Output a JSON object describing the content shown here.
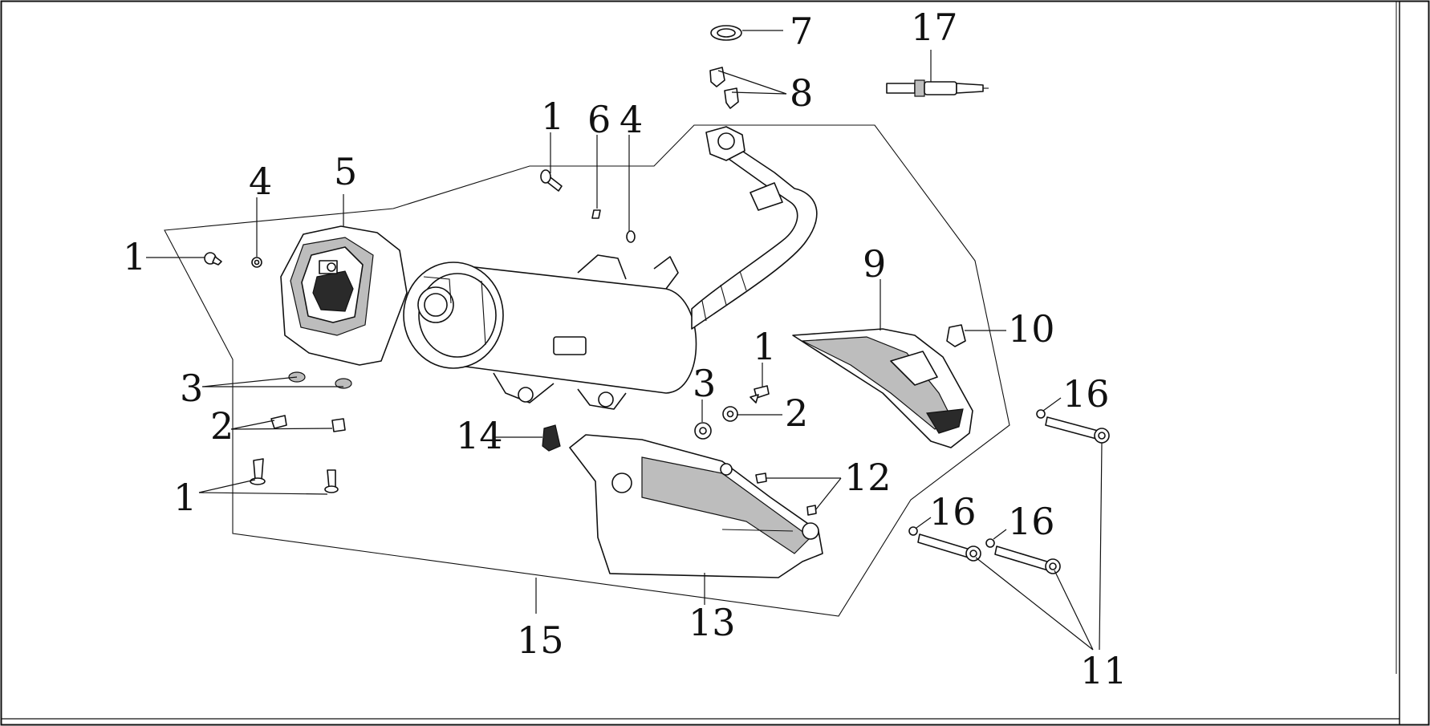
{
  "diagram": {
    "callouts": {
      "c1_left": "1",
      "c4_left": "4",
      "c5": "5",
      "c3_left": "3",
      "c2_left": "2",
      "c1_bottom": "1",
      "c1_top": "1",
      "c6": "6",
      "c4_top": "4",
      "c7": "7",
      "c8": "8",
      "c17": "17",
      "c9": "9",
      "c10": "10",
      "c1_mid": "1",
      "c3_mid": "3",
      "c2_mid": "2",
      "c14": "14",
      "c12": "12",
      "c16_right": "16",
      "c16_left": "16",
      "c16_mid": "16",
      "c13": "13",
      "c15": "15",
      "c11": "11"
    }
  }
}
